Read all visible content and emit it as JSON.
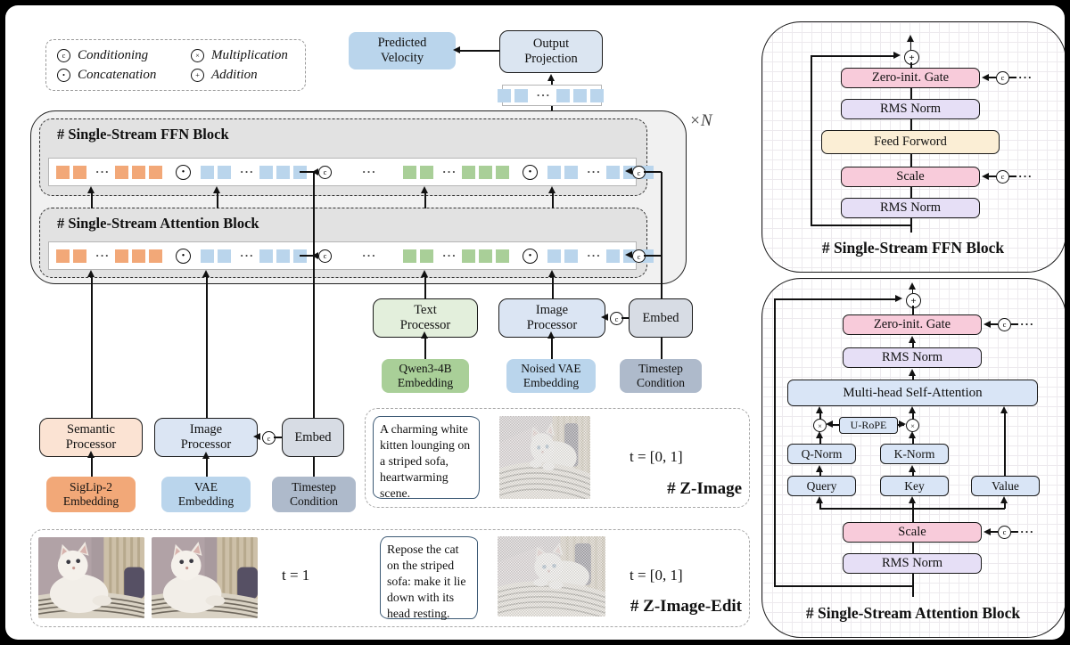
{
  "legend": {
    "items": [
      {
        "symbol": "conditioning-icon",
        "glyph": "c",
        "label": "Conditioning"
      },
      {
        "symbol": "multiplication-icon",
        "glyph": "×",
        "label": "Multiplication"
      },
      {
        "symbol": "concatenation-icon",
        "glyph": "•",
        "label": "Concatenation"
      },
      {
        "symbol": "addition-icon",
        "glyph": "+",
        "label": "Addition"
      }
    ]
  },
  "top": {
    "predicted_velocity": "Predicted\nVelocity",
    "output_projection": "Output\nProjection",
    "repeat": "×N"
  },
  "stream": {
    "ffn_label": "# Single-Stream FFN Block",
    "attn_label": "# Single-Stream Attention Block"
  },
  "mid_row": {
    "text_processor": "Text\nProcessor",
    "qwen_embedding": "Qwen3-4B\nEmbedding",
    "image_processor": "Image\nProcessor",
    "noised_vae_embedding": "Noised VAE\nEmbedding",
    "embed": "Embed",
    "timestep_condition": "Timestep\nCondition"
  },
  "left_row": {
    "semantic_processor": "Semantic\nProcessor",
    "siglip_embedding": "SigLip-2\nEmbedding",
    "image_processor": "Image\nProcessor",
    "vae_embedding": "VAE\nEmbedding",
    "embed": "Embed",
    "timestep_condition": "Timestep\nCondition"
  },
  "z_image": {
    "prompt": "A charming white kitten lounging on a striped sofa, heartwarming scene.",
    "t": "t = [0, 1]",
    "title": "# Z-Image"
  },
  "z_image_edit": {
    "prompt": "Repose the cat on the striped sofa: make it lie down with its head resting.",
    "t_input": "t = 1",
    "t": "t = [0, 1]",
    "title": "# Z-Image-Edit"
  },
  "ffn_panel": {
    "title": "# Single-Stream FFN Block",
    "zero_init_gate": "Zero-init. Gate",
    "rms_norm_top": "RMS Norm",
    "feed_forward": "Feed Forword",
    "scale": "Scale",
    "rms_norm_bottom": "RMS Norm"
  },
  "attn_panel": {
    "title": "# Single-Stream Attention Block",
    "zero_init_gate": "Zero-init. Gate",
    "rms_norm_top": "RMS Norm",
    "mhsa": "Multi-head Self-Attention",
    "u_rope": "U-RoPE",
    "q_norm": "Q-Norm",
    "k_norm": "K-Norm",
    "query": "Query",
    "key": "Key",
    "value": "Value",
    "scale": "Scale",
    "rms_norm_bottom": "RMS Norm"
  },
  "token_strip": {
    "pattern": [
      "orange",
      "orange",
      "dots",
      "orange",
      "orange",
      "orange",
      "concat",
      "blue",
      "blue",
      "dots",
      "blue",
      "blue",
      "blue",
      "cond",
      "bigdots",
      "green",
      "green",
      "dots",
      "green",
      "green",
      "green",
      "concat",
      "blue",
      "blue",
      "dots",
      "blue",
      "blue",
      "blue"
    ]
  },
  "token_strip_top": {
    "pattern": [
      "blue",
      "blue",
      "dots",
      "blue",
      "blue",
      "blue"
    ]
  },
  "colors": {
    "token_orange": "#F2A878",
    "token_blue": "#BAD5EC",
    "token_green": "#A9CF98",
    "pink": "#F8CBDA",
    "lavender": "#E6DFF6",
    "cream": "#FBEED5",
    "panel_blue": "#D9E5F6",
    "peach_box": "#FBE3D3",
    "green_box": "#E3EFDC",
    "blue_box": "#DBE5F3",
    "gray_box": "#D7DCE4",
    "gray_fill": "#AEBACB"
  }
}
